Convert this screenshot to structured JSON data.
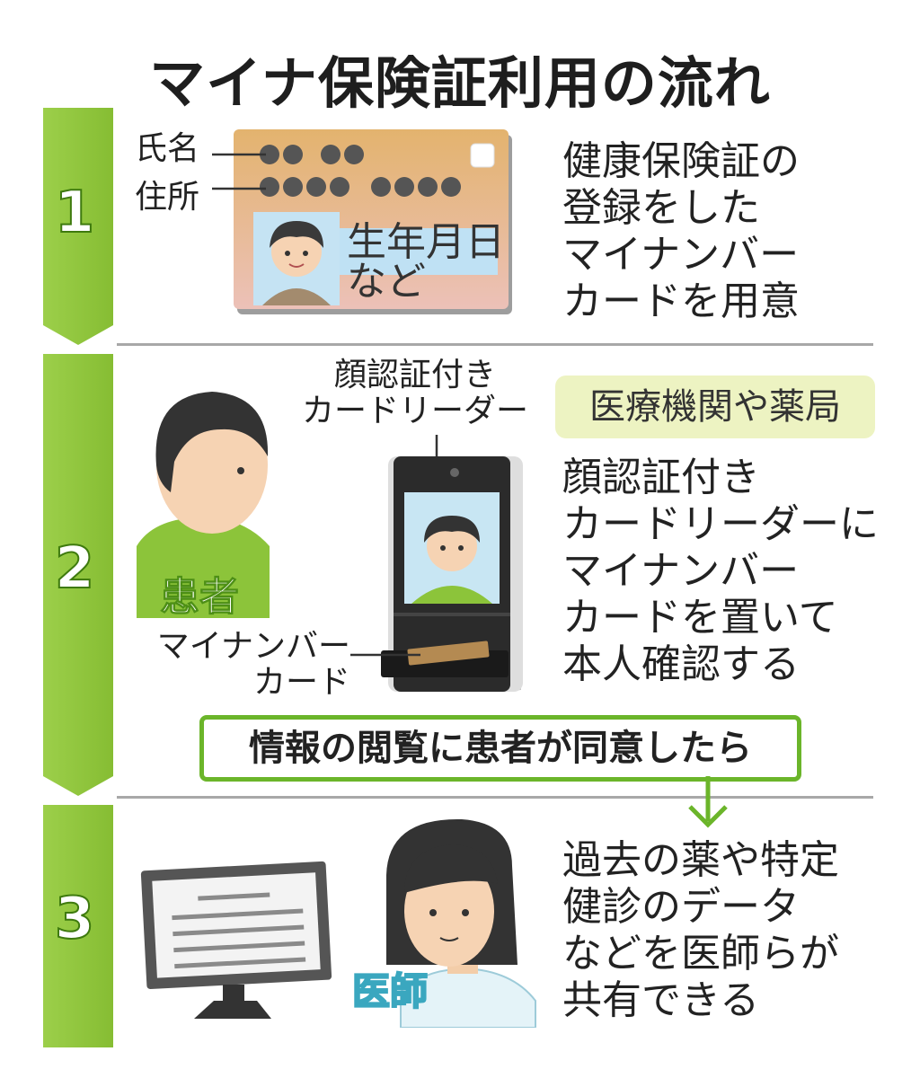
{
  "title": "マイナ保険証利用の流れ",
  "steps": [
    {
      "num": "1",
      "desc": "健康保険証の\n登録をした\nマイナンバー\nカードを用意",
      "label_name": "氏名",
      "label_address": "住所",
      "card_text": "生年月日\nなど"
    },
    {
      "num": "2",
      "reader_label": "顔認証付き\nカードリーダー",
      "place_tag": "医療機関や薬局",
      "desc": "顔認証付き\nカードリーダーに\nマイナンバー\nカードを置いて\n本人確認する",
      "patient_label": "患者",
      "card_label": "マイナンバー\nカード"
    },
    {
      "num": "3",
      "desc": "過去の薬や特定\n健診のデータ\nなどを医師らが\n共有できる",
      "doctor_label": "医師"
    }
  ],
  "consent": "情報の閲覧に患者が同意したら",
  "colors": {
    "green_bar": "#8cc43a",
    "green_dark": "#6bb52a",
    "tag_bg": "#edf3c2"
  }
}
